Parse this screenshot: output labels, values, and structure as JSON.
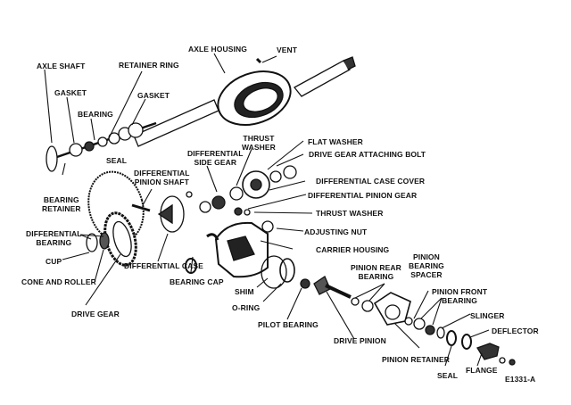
{
  "figure_id": "E1331-A",
  "labels": {
    "axle_housing": "AXLE HOUSING",
    "vent": "VENT",
    "axle_shaft": "AXLE SHAFT",
    "retainer_ring": "RETAINER RING",
    "gasket_1": "GASKET",
    "gasket_2": "GASKET",
    "bearing": "BEARING",
    "seal_1": "SEAL",
    "bearing_retainer": [
      "BEARING",
      "RETAINER"
    ],
    "thrust_washer_1": [
      "THRUST",
      "WASHER"
    ],
    "flat_washer": "FLAT WASHER",
    "drive_gear_attaching_bolt": "DRIVE GEAR ATTACHING BOLT",
    "differential_side_gear": [
      "DIFFERENTIAL",
      "SIDE GEAR"
    ],
    "differential_pinion_shaft": [
      "DIFFERENTIAL",
      "PINION SHAFT"
    ],
    "differential_case_cover": "DIFFERENTIAL CASE COVER",
    "differential_pinion_gear": "DIFFERENTIAL PINION GEAR",
    "thrust_washer_2": "THRUST WASHER",
    "adjusting_nut": "ADJUSTING NUT",
    "carrier_housing": "CARRIER HOUSING",
    "differential_bearing": [
      "DIFFERENTIAL",
      "BEARING"
    ],
    "cup": "CUP",
    "cone_and_roller": "CONE AND ROLLER",
    "differential_case": "DIFFERENTIAL CASE",
    "bearing_cap": "BEARING CAP",
    "drive_gear": "DRIVE GEAR",
    "shim": "SHIM",
    "o_ring": "O-RING",
    "pilot_bearing": "PILOT BEARING",
    "pinion_rear_bearing": [
      "PINION REAR",
      "BEARING"
    ],
    "pinion_bearing_spacer": [
      "PINION",
      "BEARING",
      "SPACER"
    ],
    "pinion_front_bearing": [
      "PINION FRONT",
      "BEARING"
    ],
    "slinger": "SLINGER",
    "deflector": "DEFLECTOR",
    "drive_pinion": "DRIVE PINION",
    "pinion_retainer": "PINION RETAINER",
    "seal_2": "SEAL",
    "flange": "FLANGE"
  }
}
